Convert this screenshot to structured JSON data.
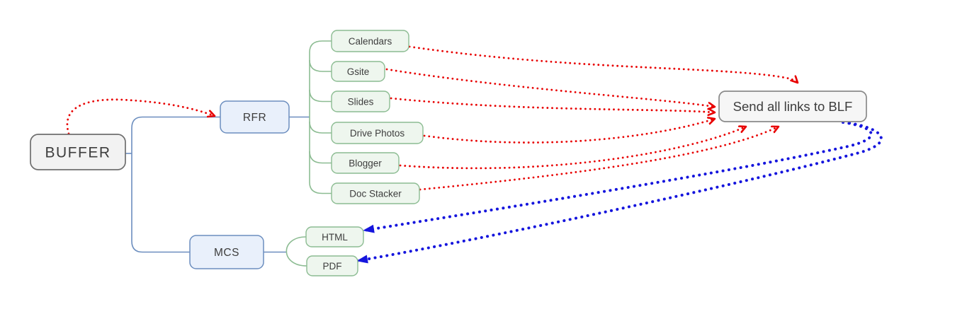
{
  "diagram": {
    "nodes": {
      "buffer": {
        "label": "BUFFER",
        "type": "root"
      },
      "rfr": {
        "label": "RFR",
        "type": "branch"
      },
      "mcs": {
        "label": "MCS",
        "type": "branch"
      },
      "calendars": {
        "label": "Calendars",
        "type": "leaf"
      },
      "gsite": {
        "label": "Gsite",
        "type": "leaf"
      },
      "slides": {
        "label": "Slides",
        "type": "leaf"
      },
      "drive_photos": {
        "label": "Drive Photos",
        "type": "leaf"
      },
      "blogger": {
        "label": "Blogger",
        "type": "leaf"
      },
      "doc_stacker": {
        "label": "Doc Stacker",
        "type": "leaf"
      },
      "html": {
        "label": "HTML",
        "type": "leaf"
      },
      "pdf": {
        "label": "PDF",
        "type": "leaf"
      },
      "blf": {
        "label": "Send all links to BLF",
        "type": "action"
      }
    },
    "tree_edges": [
      {
        "from": "BUFFER",
        "to": "RFR"
      },
      {
        "from": "BUFFER",
        "to": "MCS"
      },
      {
        "from": "RFR",
        "to": "Calendars"
      },
      {
        "from": "RFR",
        "to": "Gsite"
      },
      {
        "from": "RFR",
        "to": "Slides"
      },
      {
        "from": "RFR",
        "to": "Drive Photos"
      },
      {
        "from": "RFR",
        "to": "Blogger"
      },
      {
        "from": "RFR",
        "to": "Doc Stacker"
      },
      {
        "from": "MCS",
        "to": "HTML"
      },
      {
        "from": "MCS",
        "to": "PDF"
      }
    ],
    "red_dotted_edges": [
      {
        "from": "BUFFER",
        "to": "RFR"
      },
      {
        "from": "Calendars",
        "to": "Send all links to BLF",
        "enters_at": "top"
      },
      {
        "from": "Gsite",
        "to": "Send all links to BLF",
        "enters_at": "left"
      },
      {
        "from": "Slides",
        "to": "Send all links to BLF",
        "enters_at": "left"
      },
      {
        "from": "Drive Photos",
        "to": "Send all links to BLF",
        "enters_at": "left"
      },
      {
        "from": "Blogger",
        "to": "Send all links to BLF",
        "enters_at": "bottom"
      },
      {
        "from": "Doc Stacker",
        "to": "Send all links to BLF",
        "enters_at": "bottom"
      }
    ],
    "blue_dotted_edges": [
      {
        "from": "Send all links to BLF",
        "to": "HTML"
      },
      {
        "from": "Send all links to BLF",
        "to": "PDF"
      }
    ],
    "colors": {
      "red_connector": "#e80000",
      "blue_connector": "#1515dd",
      "tree_blue": "#6c8ebf",
      "tree_green": "#8cbc92",
      "node_gray_fill": "#f2f2f2",
      "node_gray_border": "#6e6e6e",
      "node_blue_fill": "#e9f0fb",
      "node_blue_border": "#6c8ebf",
      "node_green_fill": "#eef6ee",
      "node_green_border": "#8cbc92",
      "blf_fill": "#f6f6f6",
      "blf_border": "#8a8a8a",
      "label_color": "#3d3d3d",
      "canvas_bg": "#ffffff"
    }
  }
}
